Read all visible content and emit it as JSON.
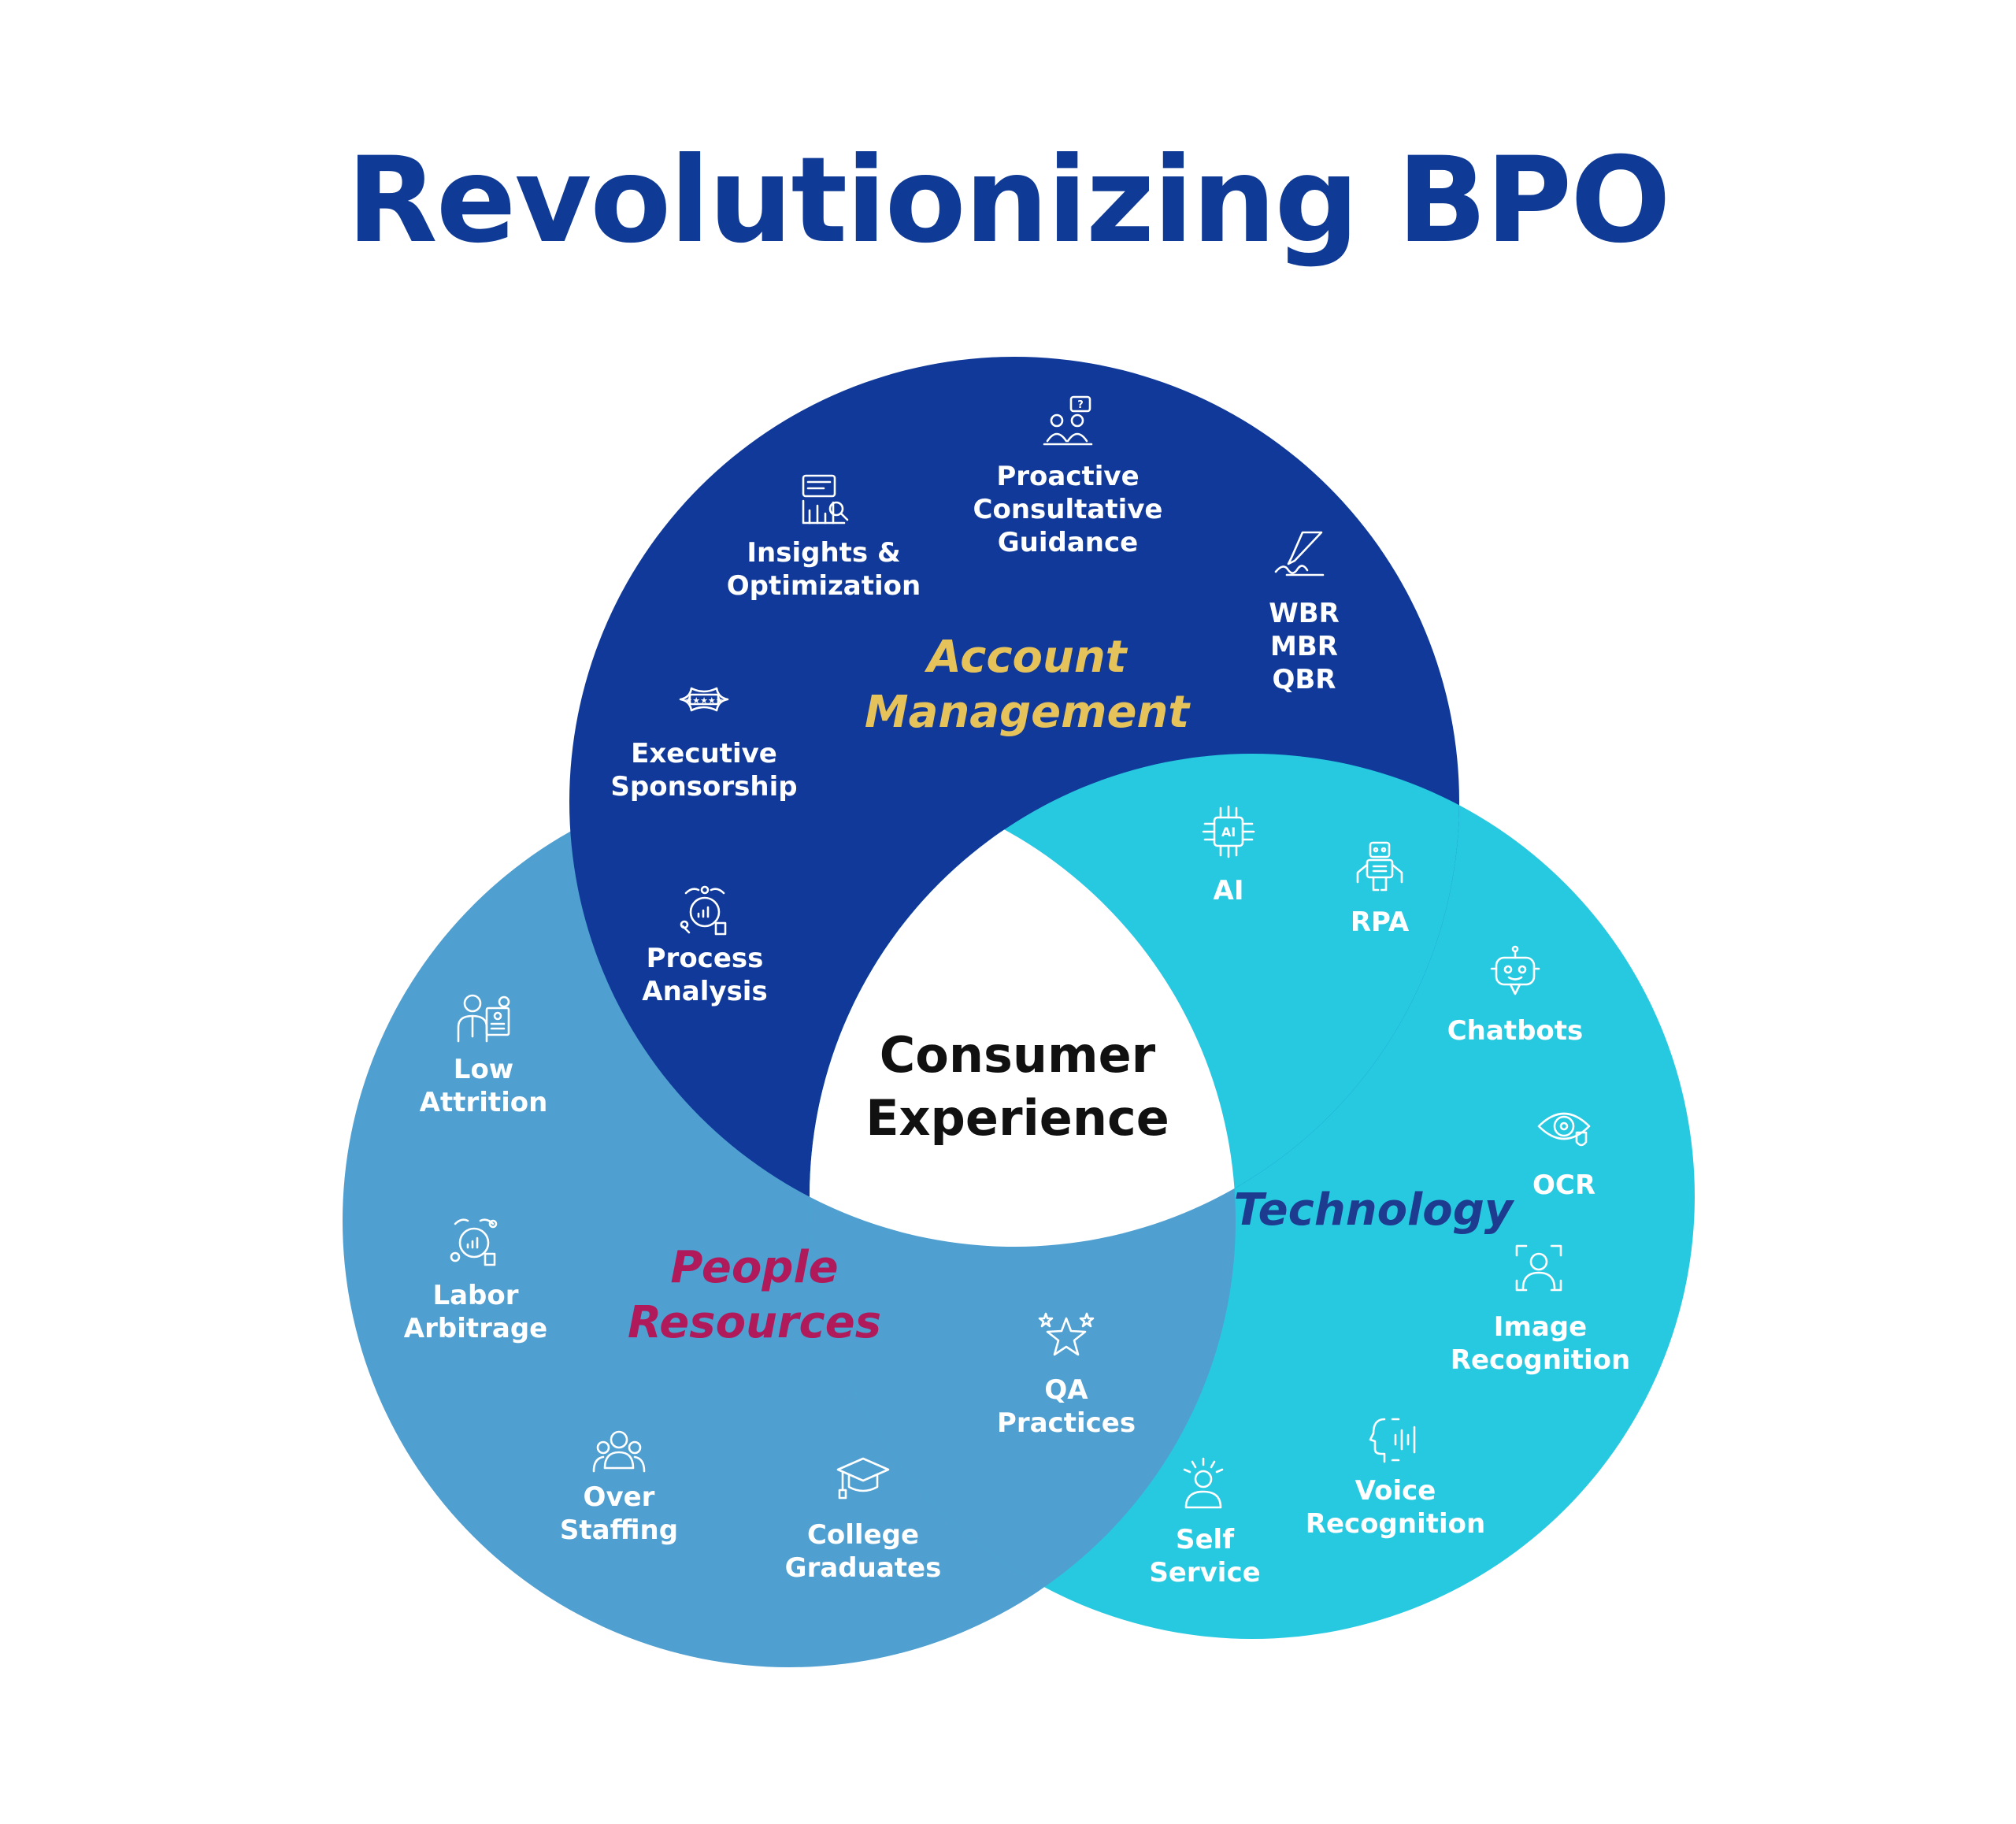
{
  "title": "Revolutionizing BPO",
  "colors": {
    "title": "#0f3a96",
    "account_management": "#10399a",
    "people_resources": "#4f9fd1",
    "technology": "#27c9e1",
    "center_fill": "#ffffff",
    "account_label": "#e6c25a",
    "people_label": "#b01a5a",
    "technology_label": "#1d3b8f"
  },
  "center": {
    "label": "Consumer\nExperience"
  },
  "circles": {
    "account": {
      "name": "Account\nManagement",
      "items": [
        {
          "label": "Proactive\nConsultative\nGuidance",
          "icon": "consultation-icon"
        },
        {
          "label": "Insights &\nOptimization",
          "icon": "analytics-report-icon"
        },
        {
          "label": "WBR\nMBR\nQBR",
          "icon": "signature-hand-icon"
        },
        {
          "label": "Executive\nSponsorship",
          "icon": "rating-badge-icon"
        },
        {
          "label": "Process\nAnalysis",
          "icon": "process-cycle-icon"
        }
      ]
    },
    "people": {
      "name": "People\nResources",
      "items": [
        {
          "label": "Low\nAttrition",
          "icon": "employee-profile-icon"
        },
        {
          "label": "Labor\nArbitrage",
          "icon": "cost-cycle-icon"
        },
        {
          "label": "Over\nStaffing",
          "icon": "team-icon"
        },
        {
          "label": "College\nGraduates",
          "icon": "graduation-cap-icon"
        },
        {
          "label": "QA\nPractices",
          "icon": "stars-icon"
        }
      ]
    },
    "technology": {
      "name": "Technology",
      "items": [
        {
          "label": "AI",
          "icon": "ai-chip-icon"
        },
        {
          "label": "RPA",
          "icon": "robot-icon"
        },
        {
          "label": "Chatbots",
          "icon": "chatbot-icon"
        },
        {
          "label": "OCR",
          "icon": "eye-scan-icon"
        },
        {
          "label": "Image\nRecognition",
          "icon": "face-scan-icon"
        },
        {
          "label": "Voice\nRecognition",
          "icon": "voice-wave-icon"
        },
        {
          "label": "Self\nService",
          "icon": "self-service-person-icon"
        }
      ]
    }
  }
}
